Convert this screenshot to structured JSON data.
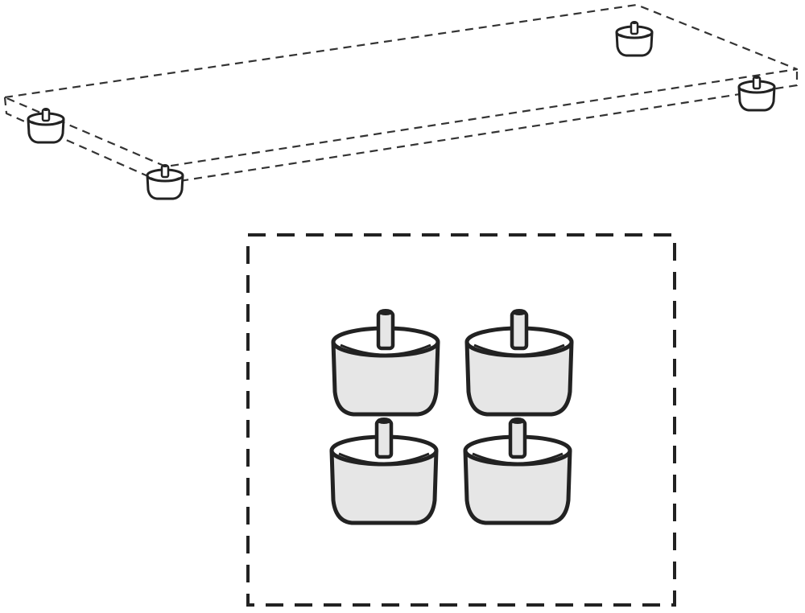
{
  "colors": {
    "line": "#222222",
    "fill": "#e6e6e6",
    "background": "#ffffff"
  },
  "panel": {
    "outline": "dashed",
    "glides_on_corners": 4
  },
  "parts_box": {
    "outline": "dashed",
    "glide_count": 4,
    "layout": "2x2 grid"
  },
  "icons": {
    "panel": "shelf-panel-icon",
    "glide": "furniture-glide-icon"
  }
}
